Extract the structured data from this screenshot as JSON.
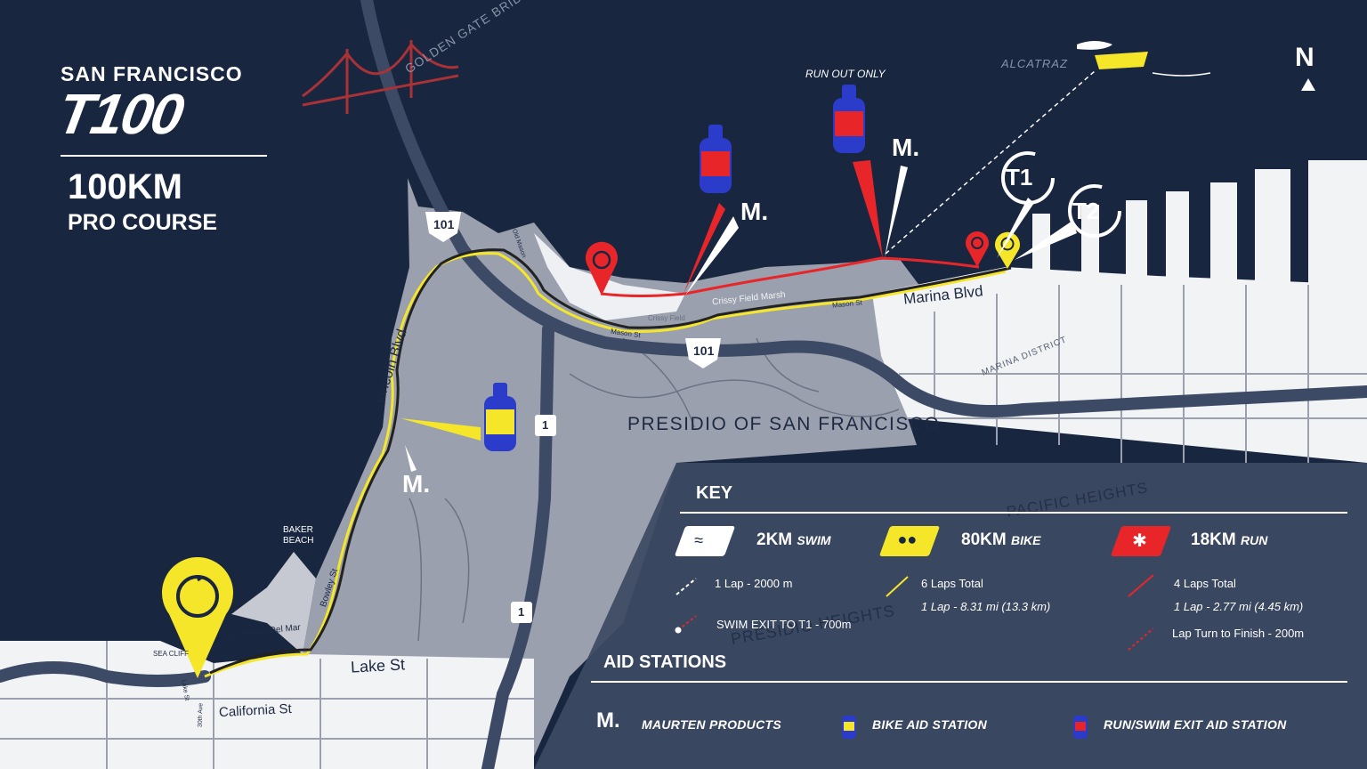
{
  "title": {
    "city": "SAN FRANCISCO",
    "event": "T100",
    "distance": "100KM",
    "course": "PRO COURSE"
  },
  "landmarks": {
    "golden_gate": "GOLDEN GATE BRIDGE",
    "alcatraz": "ALCATRAZ",
    "presidio": "PRESIDIO OF SAN FRANCISCO",
    "pacific_heights": "PACIFIC HEIGHTS",
    "presidio_heights": "PRESIDIO HEIGHTS",
    "marina_district": "MARINA DISTRICT",
    "baker_beach": "BAKER BEACH",
    "sea_cliff": "SEA CLIFF",
    "run_out_only": "RUN OUT ONLY",
    "north": "N"
  },
  "roads": {
    "hwy_101_a": "101",
    "hwy_101_b": "101",
    "hwy_1_a": "1",
    "hwy_1_b": "1",
    "lincoln": "Lincoln Blvd",
    "marina": "Marina Blvd",
    "lake": "Lake St",
    "california": "California St",
    "el_camino": "El Camino Del Mar",
    "bowley": "Bowley St",
    "crissy_marsh": "Crissy Field Marsh",
    "crissy_field": "Crissy Field",
    "mason_a": "Mason St",
    "mason_b": "Mason St",
    "lake_st_small": "Lake St",
    "ave_30": "30th Ave",
    "old_mason": "Old Mason"
  },
  "transitions": {
    "t1": "T1",
    "t2": "T2"
  },
  "key": {
    "heading": "KEY",
    "swim": {
      "distance": "2KM",
      "label": "SWIM",
      "lap": "1 Lap - 2000 m",
      "exit": "SWIM EXIT TO T1 - 700m"
    },
    "bike": {
      "distance": "80KM",
      "label": "BIKE",
      "laps": "6 Laps Total",
      "lap": "1 Lap -  8.31 mi (13.3 km)"
    },
    "run": {
      "distance": "18KM",
      "label": "RUN",
      "laps": "4 Laps Total",
      "lap": "1 Lap - 2.77 mi (4.45 km)",
      "finish": "Lap Turn to Finish - 200m"
    }
  },
  "aid": {
    "heading": "AID STATIONS",
    "maurten": "MAURTEN PRODUCTS",
    "bike": "BIKE AID STATION",
    "run": "RUN/SWIM EXIT AID STATION",
    "maurten_mark": "M."
  },
  "colors": {
    "water": "#182640",
    "land": "#9aa0ad",
    "city": "#f2f3f5",
    "bike": "#f5e62a",
    "run": "#e8262a",
    "key_panel": "#3d4a63"
  }
}
